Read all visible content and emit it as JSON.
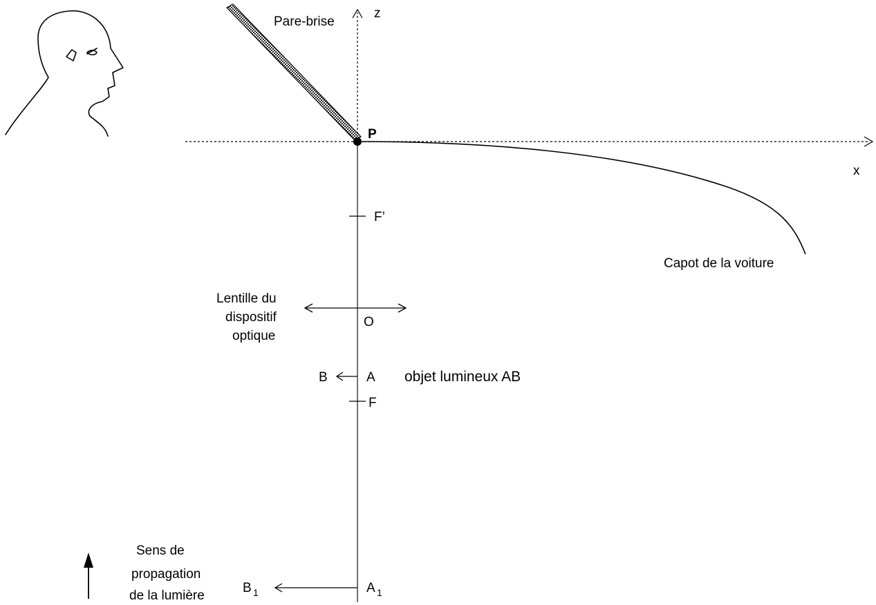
{
  "labels": {
    "pare_brise": "Pare-brise",
    "axis_z": "z",
    "axis_x": "x",
    "point_p": "P",
    "f_prime": "F’",
    "capot": "Capot de la voiture",
    "lens_line1": "Lentille du",
    "lens_line2": "dispositif",
    "lens_line3": "optique",
    "point_o": "O",
    "point_b": "B",
    "point_a": "A",
    "objet": "objet lumineux AB",
    "point_f": "F",
    "sens_line1": "Sens de",
    "sens_line2": "propagation",
    "sens_line3": "de la lumière",
    "b1_letter": "B",
    "b1_sub": "1",
    "a1_letter": "A",
    "a1_sub": "1"
  },
  "icons": {
    "observer": "head-profile-icon",
    "propagation": "arrow-up-icon"
  }
}
